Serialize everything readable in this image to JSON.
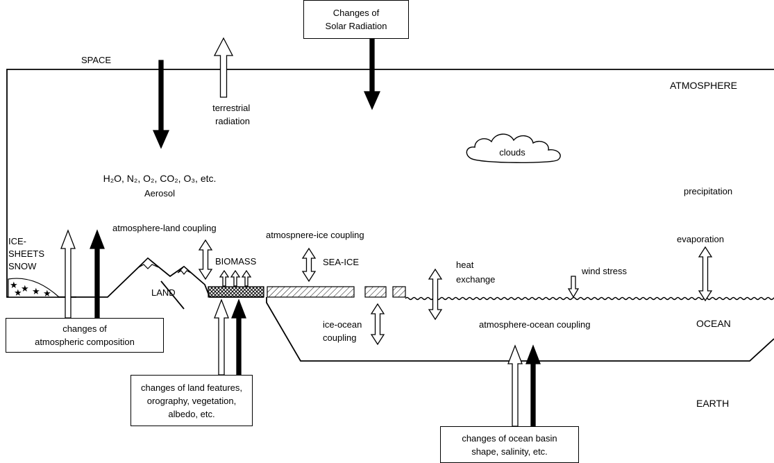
{
  "labels": {
    "space": "SPACE",
    "atmosphere": "ATMOSPHERE",
    "terrestrial_radiation": [
      "terrestrial",
      "radiation"
    ],
    "clouds": "clouds",
    "gases": "H₂O, N₂, O₂, CO₂, O₃, etc.",
    "aerosol": "Aerosol",
    "precipitation": "precipitation",
    "evaporation": "evaporation",
    "atmosphere_land_coupling": "atmosphere-land coupling",
    "atmosphere_ice_coupling": "atmospnere-ice coupling",
    "ice_sheets_snow": [
      "ICE-",
      "SHEETS",
      "SNOW"
    ],
    "biomass": "BIOMASS",
    "sea_ice": "SEA-ICE",
    "land": "LAND",
    "heat_exchange": [
      "heat",
      "exchange"
    ],
    "wind_stress": "wind stress",
    "ice_ocean_coupling": [
      "ice-ocean",
      "coupling"
    ],
    "atmosphere_ocean_coupling": "atmosphere-ocean coupling",
    "ocean": "OCEAN",
    "earth": "EARTH"
  },
  "boxes": {
    "solar": [
      "Changes of",
      "Solar Radiation"
    ],
    "atmospheric_composition": [
      "changes of",
      "atmospheric composition"
    ],
    "land_features": [
      "changes of land features,",
      "orography, vegetation,",
      "albedo, etc."
    ],
    "ocean_basin": [
      "changes of ocean basin",
      "shape, salinity, etc."
    ]
  }
}
